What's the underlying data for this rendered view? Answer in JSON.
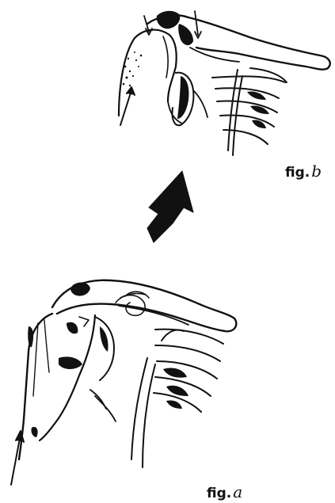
{
  "figures": {
    "upper": {
      "prefix": "fig.",
      "letter": "b"
    },
    "lower": {
      "prefix": "fig.",
      "letter": "a"
    }
  },
  "colors": {
    "ink": "#111111",
    "paper": "#ffffff"
  },
  "icons": {
    "transition": "up-right-arrow-icon",
    "pointer": "pointer-arrow-icon"
  }
}
